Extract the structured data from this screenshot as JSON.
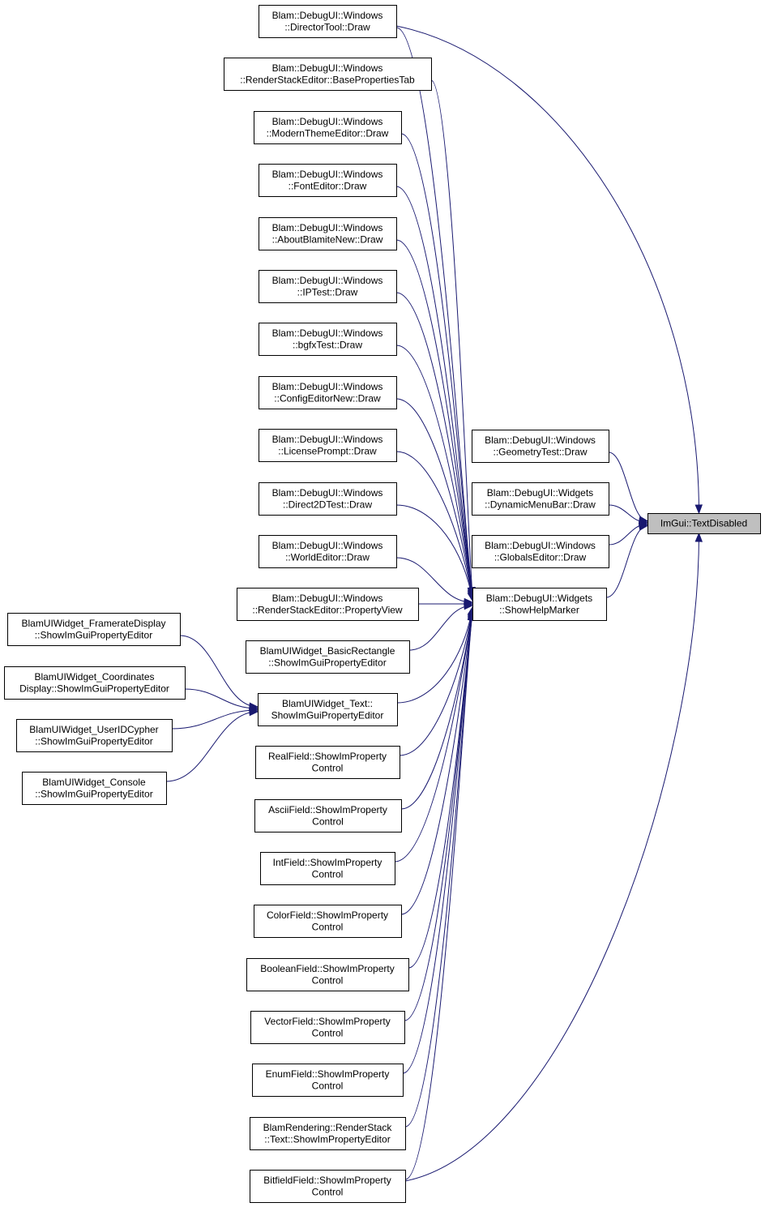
{
  "diagram": {
    "colors": {
      "edge": "#191970",
      "node_border": "#000000",
      "node_fill": "#ffffff",
      "focus_fill": "#bfbfbf"
    },
    "nodes": [
      {
        "id": "textdisabled",
        "lines": [
          "ImGui::TextDisabled"
        ],
        "focus": true
      },
      {
        "id": "showhelpmarker",
        "lines": [
          "Blam::DebugUI::Widgets",
          "::ShowHelpMarker"
        ]
      },
      {
        "id": "geometrytest",
        "lines": [
          "Blam::DebugUI::Windows",
          "::GeometryTest::Draw"
        ]
      },
      {
        "id": "dynamicmenubar",
        "lines": [
          "Blam::DebugUI::Widgets",
          "::DynamicMenuBar::Draw"
        ]
      },
      {
        "id": "globalseditor",
        "lines": [
          "Blam::DebugUI::Windows",
          "::GlobalsEditor::Draw"
        ]
      },
      {
        "id": "directortool",
        "lines": [
          "Blam::DebugUI::Windows",
          "::DirectorTool::Draw"
        ]
      },
      {
        "id": "baseprops",
        "lines": [
          "Blam::DebugUI::Windows",
          "::RenderStackEditor::BasePropertiesTab"
        ]
      },
      {
        "id": "moderntheme",
        "lines": [
          "Blam::DebugUI::Windows",
          "::ModernThemeEditor::Draw"
        ]
      },
      {
        "id": "fonteditor",
        "lines": [
          "Blam::DebugUI::Windows",
          "::FontEditor::Draw"
        ]
      },
      {
        "id": "aboutblamite",
        "lines": [
          "Blam::DebugUI::Windows",
          "::AboutBlamiteNew::Draw"
        ]
      },
      {
        "id": "iptest",
        "lines": [
          "Blam::DebugUI::Windows",
          "::IPTest::Draw"
        ]
      },
      {
        "id": "bgfxtest",
        "lines": [
          "Blam::DebugUI::Windows",
          "::bgfxTest::Draw"
        ]
      },
      {
        "id": "configeditor",
        "lines": [
          "Blam::DebugUI::Windows",
          "::ConfigEditorNew::Draw"
        ]
      },
      {
        "id": "licenseprompt",
        "lines": [
          "Blam::DebugUI::Windows",
          "::LicensePrompt::Draw"
        ]
      },
      {
        "id": "direct2dtest",
        "lines": [
          "Blam::DebugUI::Windows",
          "::Direct2DTest::Draw"
        ]
      },
      {
        "id": "worldeditor",
        "lines": [
          "Blam::DebugUI::Windows",
          "::WorldEditor::Draw"
        ]
      },
      {
        "id": "propertyview",
        "lines": [
          "Blam::DebugUI::Windows",
          "::RenderStackEditor::PropertyView"
        ]
      },
      {
        "id": "basicrect",
        "lines": [
          "BlamUIWidget_BasicRectangle",
          "::ShowImGuiPropertyEditor"
        ]
      },
      {
        "id": "widgettext",
        "lines": [
          "BlamUIWidget_Text::",
          "ShowImGuiPropertyEditor"
        ]
      },
      {
        "id": "framerate",
        "lines": [
          "BlamUIWidget_FramerateDisplay",
          "::ShowImGuiPropertyEditor"
        ]
      },
      {
        "id": "coordinates",
        "lines": [
          "BlamUIWidget_Coordinates",
          "Display::ShowImGuiPropertyEditor"
        ]
      },
      {
        "id": "useridcypher",
        "lines": [
          "BlamUIWidget_UserIDCypher",
          "::ShowImGuiPropertyEditor"
        ]
      },
      {
        "id": "console",
        "lines": [
          "BlamUIWidget_Console",
          "::ShowImGuiPropertyEditor"
        ]
      },
      {
        "id": "realfield",
        "lines": [
          "RealField::ShowImProperty",
          "Control"
        ]
      },
      {
        "id": "asciifield",
        "lines": [
          "AsciiField::ShowImProperty",
          "Control"
        ]
      },
      {
        "id": "intfield",
        "lines": [
          "IntField::ShowImProperty",
          "Control"
        ]
      },
      {
        "id": "colorfield",
        "lines": [
          "ColorField::ShowImProperty",
          "Control"
        ]
      },
      {
        "id": "booleanfield",
        "lines": [
          "BooleanField::ShowImProperty",
          "Control"
        ]
      },
      {
        "id": "vectorfield",
        "lines": [
          "VectorField::ShowImProperty",
          "Control"
        ]
      },
      {
        "id": "enumfield",
        "lines": [
          "EnumField::ShowImProperty",
          "Control"
        ]
      },
      {
        "id": "renderstacktext",
        "lines": [
          "BlamRendering::RenderStack",
          "::Text::ShowImPropertyEditor"
        ]
      },
      {
        "id": "bitfieldfield",
        "lines": [
          "BitfieldField::ShowImProperty",
          "Control"
        ]
      }
    ],
    "edges": [
      {
        "from": "directortool",
        "to": "textdisabled"
      },
      {
        "from": "bitfieldfield",
        "to": "textdisabled"
      },
      {
        "from": "geometrytest",
        "to": "textdisabled"
      },
      {
        "from": "dynamicmenubar",
        "to": "textdisabled"
      },
      {
        "from": "globalseditor",
        "to": "textdisabled"
      },
      {
        "from": "showhelpmarker",
        "to": "textdisabled"
      },
      {
        "from": "directortool",
        "to": "showhelpmarker"
      },
      {
        "from": "baseprops",
        "to": "showhelpmarker"
      },
      {
        "from": "moderntheme",
        "to": "showhelpmarker"
      },
      {
        "from": "fonteditor",
        "to": "showhelpmarker"
      },
      {
        "from": "aboutblamite",
        "to": "showhelpmarker"
      },
      {
        "from": "iptest",
        "to": "showhelpmarker"
      },
      {
        "from": "bgfxtest",
        "to": "showhelpmarker"
      },
      {
        "from": "configeditor",
        "to": "showhelpmarker"
      },
      {
        "from": "licenseprompt",
        "to": "showhelpmarker"
      },
      {
        "from": "direct2dtest",
        "to": "showhelpmarker"
      },
      {
        "from": "worldeditor",
        "to": "showhelpmarker"
      },
      {
        "from": "propertyview",
        "to": "showhelpmarker"
      },
      {
        "from": "basicrect",
        "to": "showhelpmarker"
      },
      {
        "from": "widgettext",
        "to": "showhelpmarker"
      },
      {
        "from": "realfield",
        "to": "showhelpmarker"
      },
      {
        "from": "asciifield",
        "to": "showhelpmarker"
      },
      {
        "from": "intfield",
        "to": "showhelpmarker"
      },
      {
        "from": "colorfield",
        "to": "showhelpmarker"
      },
      {
        "from": "booleanfield",
        "to": "showhelpmarker"
      },
      {
        "from": "vectorfield",
        "to": "showhelpmarker"
      },
      {
        "from": "enumfield",
        "to": "showhelpmarker"
      },
      {
        "from": "renderstacktext",
        "to": "showhelpmarker"
      },
      {
        "from": "bitfieldfield",
        "to": "showhelpmarker"
      },
      {
        "from": "framerate",
        "to": "widgettext"
      },
      {
        "from": "coordinates",
        "to": "widgettext"
      },
      {
        "from": "useridcypher",
        "to": "widgettext"
      },
      {
        "from": "console",
        "to": "widgettext"
      }
    ]
  }
}
